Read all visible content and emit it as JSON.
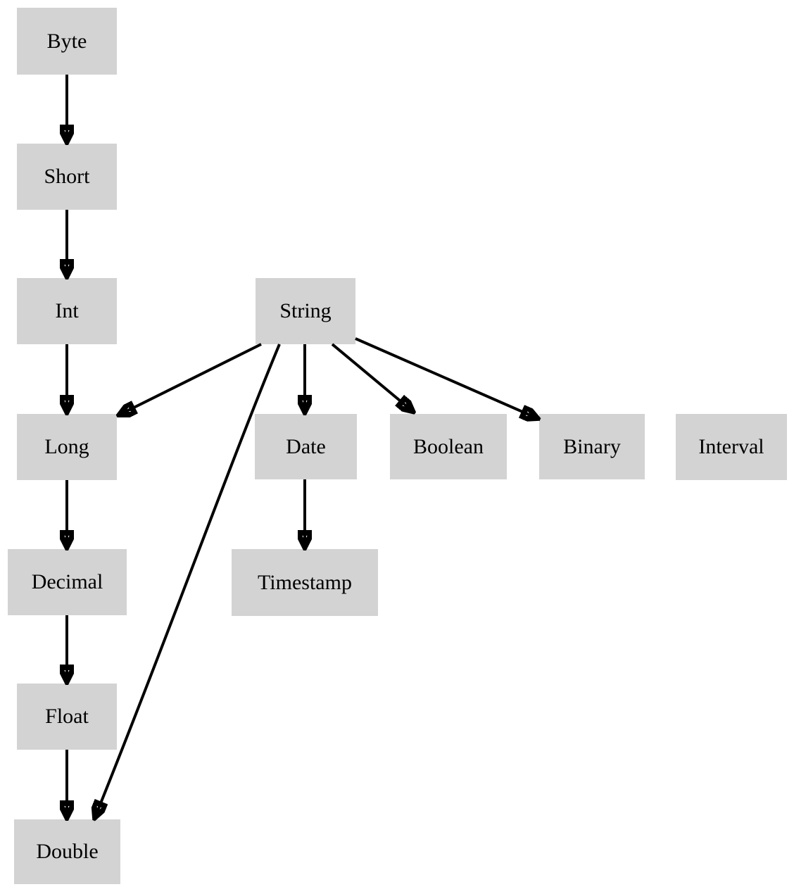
{
  "diagram": {
    "type": "directed-graph",
    "description": "Data type promotion hierarchy",
    "colors": {
      "background": "#ffffff",
      "node_fill": "#d3d3d3",
      "edge": "#000000",
      "text": "#000000"
    },
    "nodes": [
      {
        "id": "byte",
        "label": "Byte"
      },
      {
        "id": "short",
        "label": "Short"
      },
      {
        "id": "int",
        "label": "Int"
      },
      {
        "id": "string",
        "label": "String"
      },
      {
        "id": "long",
        "label": "Long"
      },
      {
        "id": "date",
        "label": "Date"
      },
      {
        "id": "boolean",
        "label": "Boolean"
      },
      {
        "id": "binary",
        "label": "Binary"
      },
      {
        "id": "interval",
        "label": "Interval"
      },
      {
        "id": "decimal",
        "label": "Decimal"
      },
      {
        "id": "timestamp",
        "label": "Timestamp"
      },
      {
        "id": "float",
        "label": "Float"
      },
      {
        "id": "double",
        "label": "Double"
      }
    ],
    "edges": [
      {
        "from": "Byte",
        "to": "Short"
      },
      {
        "from": "Short",
        "to": "Int"
      },
      {
        "from": "Int",
        "to": "Long"
      },
      {
        "from": "Long",
        "to": "Decimal"
      },
      {
        "from": "Decimal",
        "to": "Float"
      },
      {
        "from": "Float",
        "to": "Double"
      },
      {
        "from": "String",
        "to": "Long"
      },
      {
        "from": "String",
        "to": "Double"
      },
      {
        "from": "String",
        "to": "Date"
      },
      {
        "from": "String",
        "to": "Boolean"
      },
      {
        "from": "String",
        "to": "Binary"
      },
      {
        "from": "Date",
        "to": "Timestamp"
      }
    ]
  }
}
